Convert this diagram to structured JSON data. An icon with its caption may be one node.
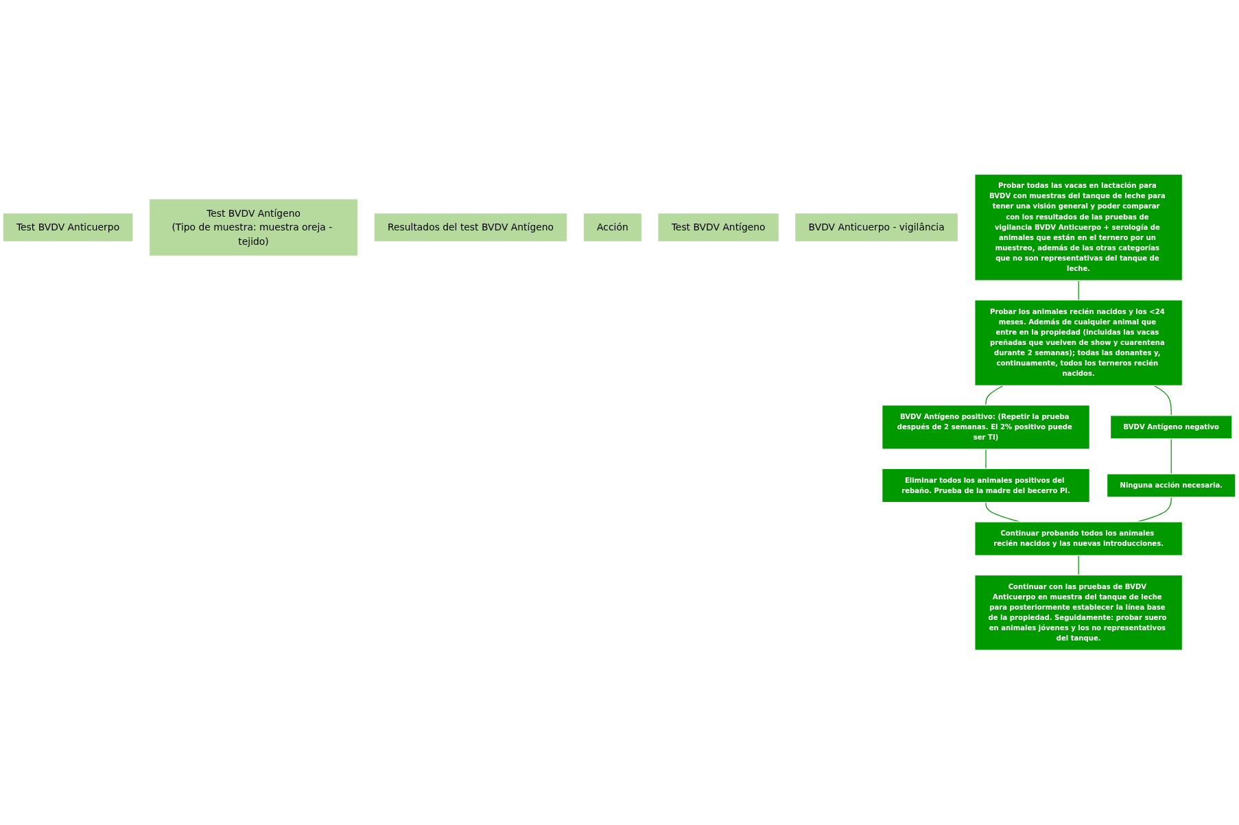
{
  "diagram": {
    "nodes": [
      {
        "text": [
          "Test BVDV Anticuerpo"
        ]
      },
      {
        "text": [
          "Test BVDV Antígeno",
          "(Tipo de muestra: muestra oreja - tejido)"
        ]
      },
      {
        "text": [
          "Resultados del test BVDV Antígeno"
        ]
      },
      {
        "text": [
          "Acción"
        ]
      },
      {
        "text": [
          "Test BVDV Antígeno"
        ]
      },
      {
        "text": [
          "BVDV Anticuerpo - vigilância"
        ]
      },
      {
        "text": [
          "Probar todas las vacas en lactación para BVDV con muestras del tanque de leche para tener una visión general y poder comparar  con los resultados de las pruebas de vigilancia BVDV Anticuerpo + serología de animales que están en el ternero por un muestreo, además de las otras categorías que no son representativas del tanque de leche."
        ]
      },
      {
        "text": [
          "Probar los animales recién nacidos y los <24 meses. Además de cualquier animal que entre en la propiedad (incluidas las vacas preñadas que vuelven de show y cuarentena durante 2 semanas); todas las donantes y, continuamente, todos los terneros recién nacidos."
        ]
      },
      {
        "text": [
          "BVDV Antígeno positivo: (Repetir la prueba después de 2 semanas. El 2% positivo puede ser TI)"
        ]
      },
      {
        "text": [
          "BVDV Antígeno negativo"
        ]
      },
      {
        "text": [
          "Eliminar todos los animales positivos del rebaño. Prueba de la madre del becerro PI."
        ]
      },
      {
        "text": [
          "Ninguna acción necesaria."
        ]
      },
      {
        "text": [
          "Continuar probando todos los animales recién nacidos y las nuevas introducciones."
        ]
      },
      {
        "text": [
          "Continuar con las pruebas de BVDV Anticuerpo en muestra del tanque de leche para posteriormente establecer la línea base de la propiedad. Seguidamente: probar suero en animales jóvenes y los no representativos del tanque."
        ]
      }
    ],
    "edges": [
      {
        "from": 6,
        "to": 7,
        "arrow": "none"
      },
      {
        "from": 7,
        "to": 8,
        "arrow": "none"
      },
      {
        "from": 7,
        "to": 9,
        "arrow": "none"
      },
      {
        "from": 8,
        "to": 10,
        "arrow": "none"
      },
      {
        "from": 9,
        "to": 11,
        "arrow": "none"
      },
      {
        "from": 10,
        "to": 12,
        "arrow": "none"
      },
      {
        "from": 11,
        "to": 12,
        "arrow": "none"
      },
      {
        "from": 12,
        "to": 13,
        "arrow": "none"
      }
    ]
  }
}
